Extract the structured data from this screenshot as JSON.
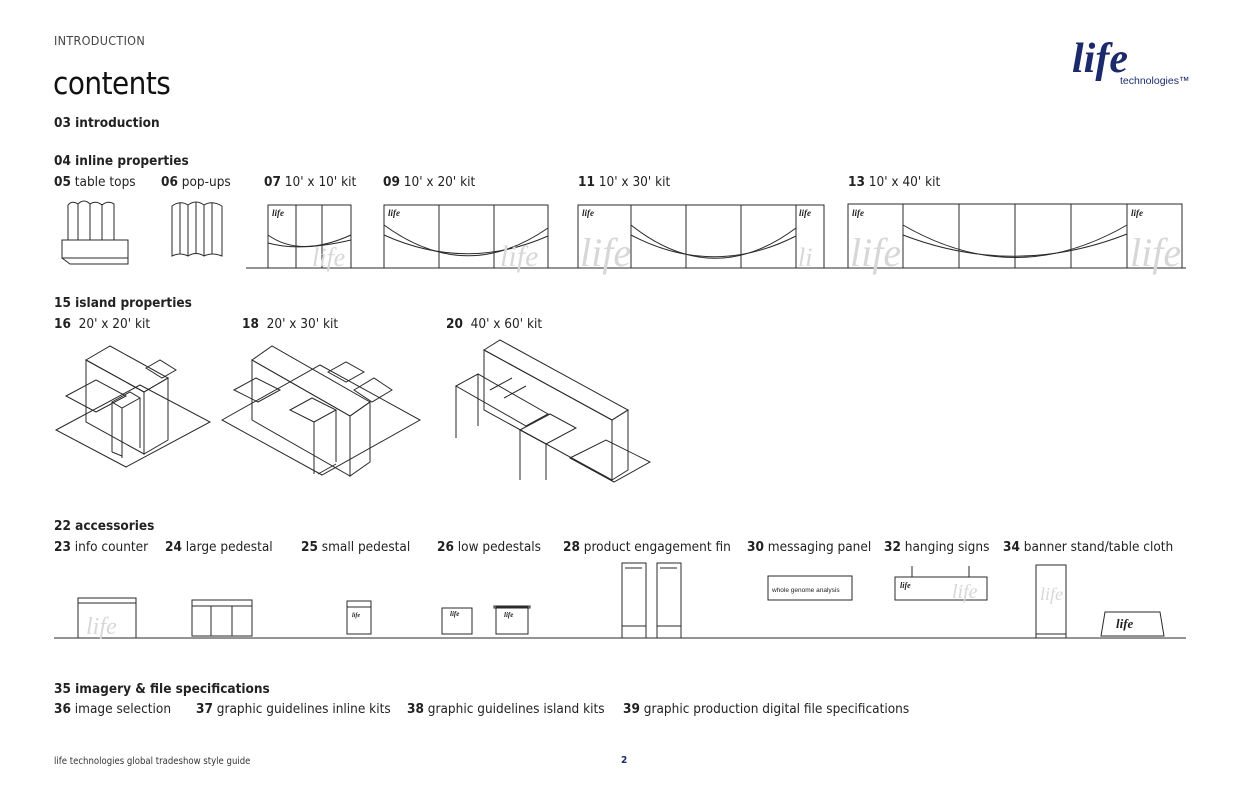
{
  "header": {
    "section_label": "INTRODUCTION",
    "title": "contents"
  },
  "logo": {
    "word": "life",
    "sub": "technologies™",
    "brand_color": "#1c2a6b"
  },
  "sections": {
    "introduction": {
      "num": "03",
      "label": "introduction"
    },
    "inline": {
      "num": "04",
      "label": "inline properties",
      "items": [
        {
          "num": "05",
          "label": "table tops"
        },
        {
          "num": "06",
          "label": "pop-ups"
        },
        {
          "num": "07",
          "label": "10' x 10' kit"
        },
        {
          "num": "09",
          "label": "10' x 20' kit"
        },
        {
          "num": "11",
          "label": "10' x 30' kit"
        },
        {
          "num": "13",
          "label": "10' x 40' kit"
        }
      ]
    },
    "island": {
      "num": "15",
      "label": "island properties",
      "items": [
        {
          "num": "16",
          "label": "20' x 20' kit"
        },
        {
          "num": "18",
          "label": "20' x 30' kit"
        },
        {
          "num": "20",
          "label": "40' x 60' kit"
        }
      ]
    },
    "accessories": {
      "num": "22",
      "label": "accessories",
      "items": [
        {
          "num": "23",
          "label": "info counter"
        },
        {
          "num": "24",
          "label": "large pedestal"
        },
        {
          "num": "25",
          "label": "small pedestal"
        },
        {
          "num": "26",
          "label": "low pedestals"
        },
        {
          "num": "28",
          "label": "product engagement fin"
        },
        {
          "num": "30",
          "label": "messaging panel"
        },
        {
          "num": "32",
          "label": "hanging signs"
        },
        {
          "num": "34",
          "label": "banner stand/table cloth"
        }
      ],
      "panel_text": "whole genome analysis"
    },
    "imagery": {
      "num": "35",
      "label": "imagery & file specifications",
      "items": [
        {
          "num": "36",
          "label": "image selection"
        },
        {
          "num": "37",
          "label": "graphic guidelines inline kits"
        },
        {
          "num": "38",
          "label": "graphic guidelines island kits"
        },
        {
          "num": "39",
          "label": "graphic production digital file specifications"
        }
      ]
    }
  },
  "footer": {
    "text": "life technologies global tradeshow style guide",
    "page_number": "2"
  }
}
